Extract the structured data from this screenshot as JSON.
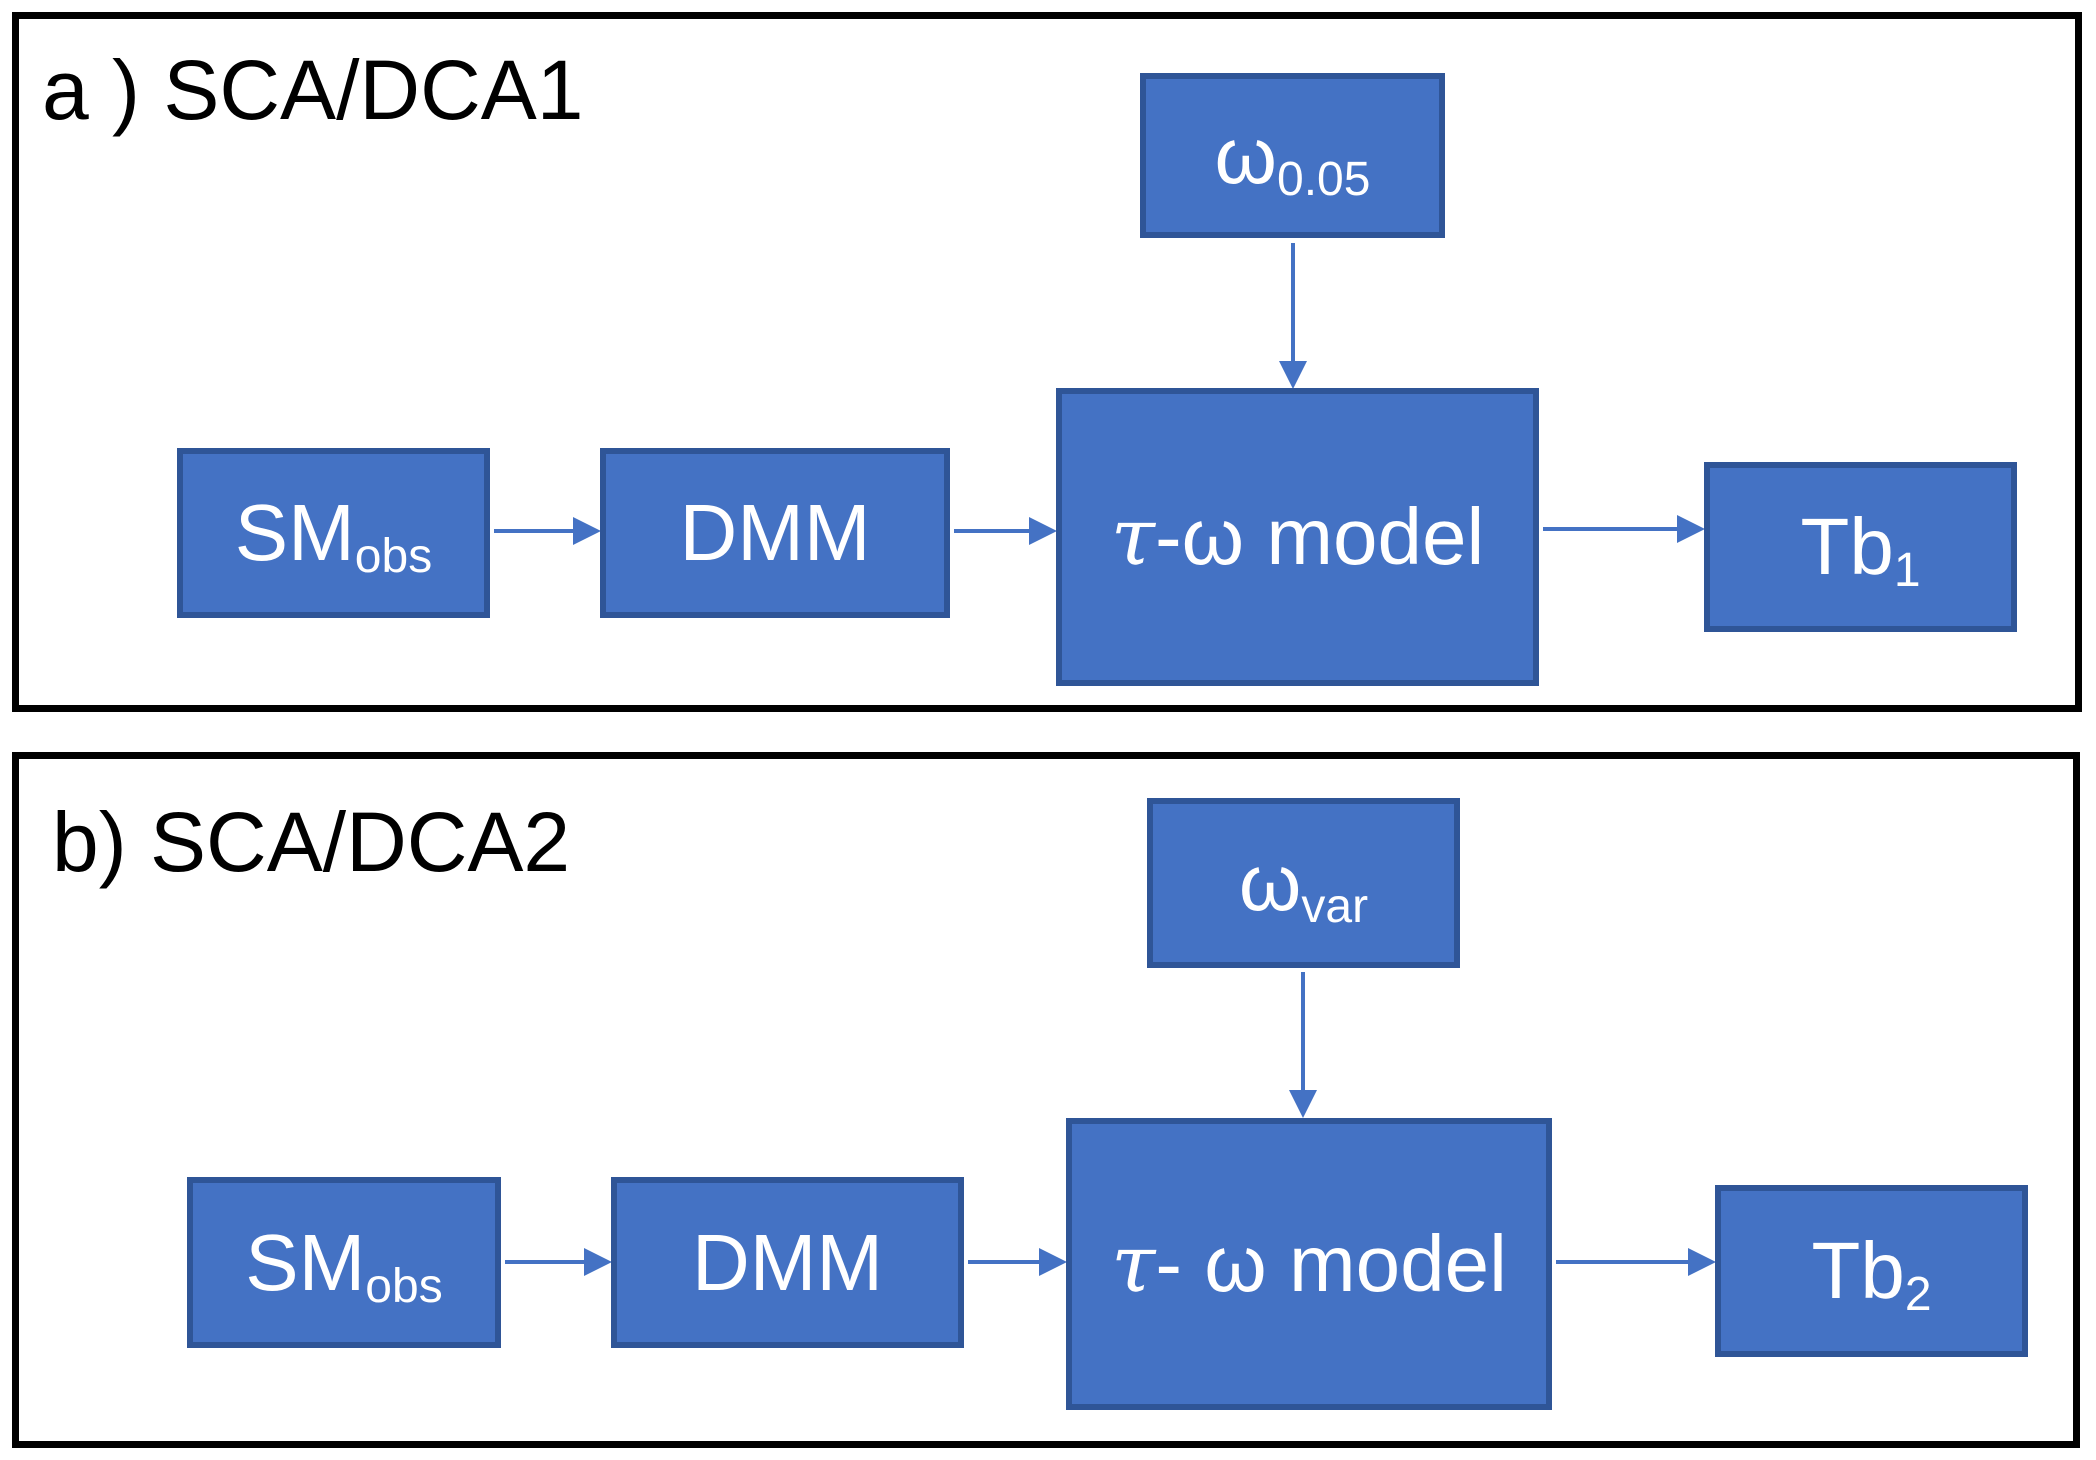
{
  "colors": {
    "box_fill": "#4472C4",
    "box_border": "#2F5597",
    "arrow": "#4472C4",
    "panel_border": "#000000",
    "text_on_box": "#FFFFFF",
    "label_text": "#000000",
    "background": "#FFFFFF"
  },
  "panels": [
    {
      "label": "a ) SCA/DCA1",
      "nodes": {
        "omega": {
          "main": "ω",
          "sub": "0.05"
        },
        "sm": {
          "main": "SM",
          "sub": "obs"
        },
        "dmm": {
          "main": "DMM"
        },
        "tau_omega": {
          "pre": "τ",
          "main": "-ω model"
        },
        "tb": {
          "main": "Tb",
          "sub": "1"
        }
      }
    },
    {
      "label": "b) SCA/DCA2",
      "nodes": {
        "omega": {
          "main": "ω",
          "sub": "var"
        },
        "sm": {
          "main": "SM",
          "sub": "obs"
        },
        "dmm": {
          "main": "DMM"
        },
        "tau_omega": {
          "pre": "τ",
          "main": "- ω model"
        },
        "tb": {
          "main": "Tb",
          "sub": "2"
        }
      }
    }
  ]
}
